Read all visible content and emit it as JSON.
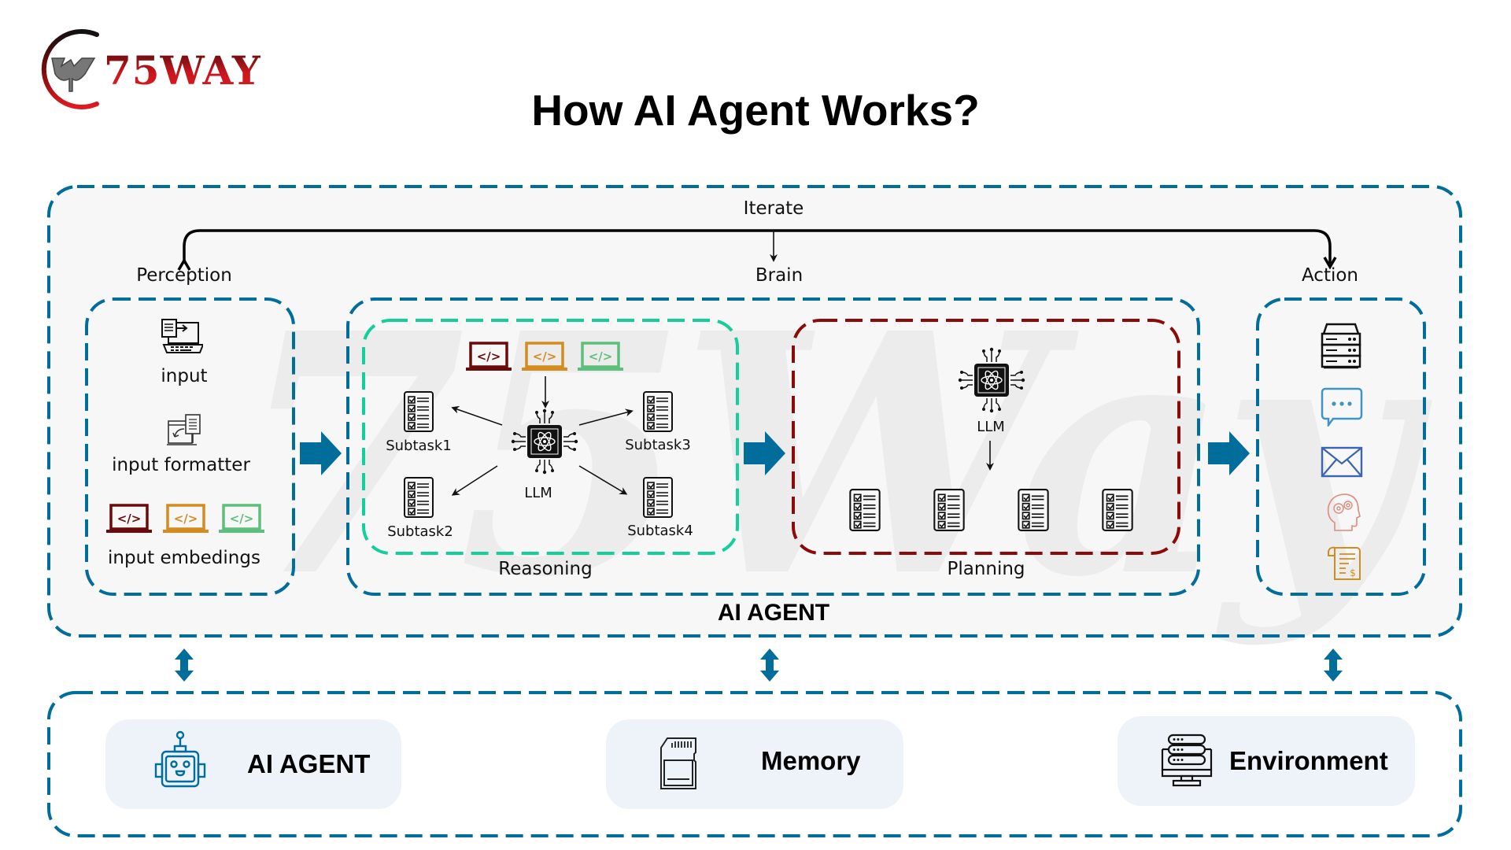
{
  "logo": {
    "text": "75WAY"
  },
  "title": "How AI Agent Works?",
  "watermark": "75Way",
  "colors": {
    "frame_blue": "#006d9a",
    "reasoning_green": "#13cf9b",
    "planning_red": "#8b0a0a",
    "embed_dark_red": "#6b0a0a",
    "embed_orange": "#d38c1d",
    "embed_green": "#5ebf7c",
    "panel_bg": "#f7f7f7",
    "card_bg": "#eef2f9"
  },
  "agent": {
    "label": "AI AGENT",
    "iterate_label": "Iterate",
    "perception": {
      "label": "Perception",
      "items": [
        {
          "label": "input",
          "icon": "laptop-input-icon"
        },
        {
          "label": "input formatter",
          "icon": "document-formatter-icon"
        },
        {
          "label": "input embedings",
          "icon": "code-laptop-icons"
        }
      ]
    },
    "brain": {
      "label": "Brain",
      "reasoning": {
        "label": "Reasoning",
        "llm_label": "LLM",
        "subtasks": [
          "Subtask1",
          "Subtask2",
          "Subtask3",
          "Subtask4"
        ]
      },
      "planning": {
        "label": "Planning",
        "llm_label": "LLM",
        "task_count": 4
      }
    },
    "action": {
      "label": "Action",
      "icons": [
        "server-icon",
        "chat-bubble-icon",
        "envelope-icon",
        "brain-gears-icon",
        "invoice-icon"
      ]
    }
  },
  "bottom": {
    "cards": [
      {
        "label": "AI AGENT",
        "icon": "robot-icon"
      },
      {
        "label": "Memory",
        "icon": "sd-card-icon"
      },
      {
        "label": "Environment",
        "icon": "server-monitor-icon"
      }
    ]
  }
}
